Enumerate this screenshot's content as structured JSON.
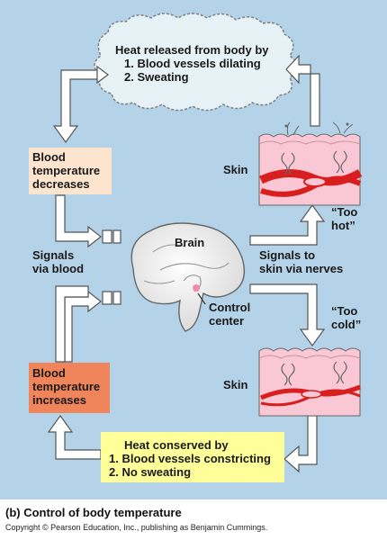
{
  "cloud": {
    "title": "Heat released from body by",
    "item1": "1.  Blood vessels dilating",
    "item2": "2.  Sweating"
  },
  "blood_temp_decreases": [
    "Blood",
    "temperature",
    "decreases"
  ],
  "blood_temp_increases": [
    "Blood",
    "temperature",
    "increases"
  ],
  "signals_via_blood": [
    "Signals",
    "via blood"
  ],
  "brain_label": "Brain",
  "control_center": [
    "Control",
    "center"
  ],
  "signals_to_skin": [
    "Signals to",
    "skin via nerves"
  ],
  "too_hot": [
    "“Too",
    "hot”"
  ],
  "too_cold": [
    "“Too",
    "cold”"
  ],
  "skin_top": "Skin",
  "skin_bottom": "Skin",
  "heat_conserved": {
    "title": "Heat conserved by",
    "item1": "1.  Blood vessels constricting",
    "item2": "2.  No sweating"
  },
  "caption": "(b) Control of body temperature",
  "copyright": "Copyright © Pearson Education, Inc., publishing as Benjamin Cummings.",
  "colors": {
    "panel_bg": "#b4d2e8",
    "cloud_fill": "#e6f2f5",
    "decreases_fill": "#fde4cf",
    "increases_fill": "#f0845a",
    "heat_conserved_fill": "#ffff99",
    "skin_fill": "#f9c8d4",
    "blood_vessel": "#d81e1e"
  }
}
